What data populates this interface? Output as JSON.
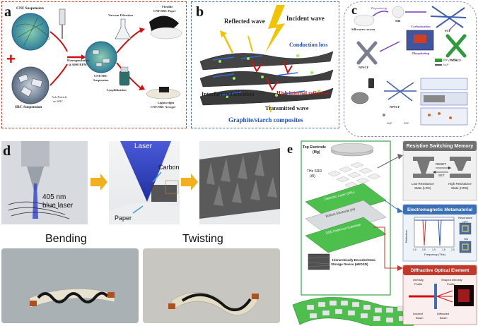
{
  "panels": {
    "a": {
      "label": "a",
      "texts": {
        "cnf_suspension": "CNF Suspension",
        "sbc_suspension": "SBC Suspension",
        "ash_particle": "Ash Particle",
        "on_sbc": "on SBC",
        "homogenization": "Homogenization",
        "rpm": "@ 6000 RPM",
        "cnf_sbc": "CNF/SBC",
        "suspension": "Suspension",
        "vacuum_filtration": "Vaccum Filtration",
        "lyophilization": "Lyophilization",
        "flexible": "Flexible",
        "paper": "CNF/SBC Paper",
        "lightweight": "Lightweight",
        "aerogel": "CNF/SBC Aerogel"
      }
    },
    "b": {
      "label": "b",
      "texts": {
        "reflected": "Reflected wave",
        "incident": "Incident wave",
        "conduction": "Conduction loss",
        "interface": "Interface polarization",
        "internal": "High internal reflection",
        "transmitted": "Transmitted wave",
        "composites": "Graphite/starch composites"
      }
    },
    "c": {
      "label": "c",
      "texts": {
        "degumming": "Degumming",
        "silk": "Silk",
        "silkworm": "Silkworm cocoon",
        "scf": "SCF",
        "carbonization": "Carbonization",
        "phosphating": "Phosphating",
        "npscf": "NPSCF",
        "noscf": "NOSCF",
        "nh4_legend": "(NH₄)H₂PO₄",
        "nip_legend": "Ni₂P",
        "npscf2": "NPSCF",
        "nip2": "Ni₂P",
        "scf2": "SCF"
      }
    },
    "d": {
      "label": "d",
      "texts": {
        "laser_nm": "405 nm",
        "blue_laser": "blue laser",
        "laser": "Laser",
        "carbon": "Carbon",
        "paper": "Paper",
        "bending": "Bending",
        "twisting": "Twisting"
      }
    },
    "e": {
      "label": "e",
      "texts": {
        "top_electrode": "Top Electrode",
        "mg": "(Mg)",
        "thz_srr": "THz SRR",
        "al1": "(Al)",
        "dielectric": "Dielectric Layer (SiNₓ)",
        "bottom": "Bottom Electrode (Al)",
        "doe": "DOE Patterned Substrate",
        "hedsd1": "Hierarchically Encoded Data",
        "hedsd2": "Storage Device (HEDSD)",
        "rsm": "Resistive Switching Memory",
        "reset": "RESET",
        "set": "SET",
        "lrs1": "Low Resistance",
        "lrs2": "State (LRS)",
        "hrs1": "High Resistance",
        "hrs2": "State (HRS)",
        "em": "Electromagnetic Metamaterial",
        "resonance": "Resonance",
        "off": "OFF",
        "on": "ON",
        "ylabel": "Reflection",
        "xlabel": "Frequency (THz)",
        "t00": "0.0",
        "t05": "0.5",
        "t10": "1.0",
        "t15": "1.5",
        "t20": "2.0",
        "doe_title": "Diffractive Optical Element",
        "intensity": "Intensity",
        "profile": "Profile",
        "shaped1": "Shaped Intensity",
        "shaped2": "Profile",
        "incident1": "Incident",
        "incident2": "Beam",
        "diffracted1": "Diffracted",
        "diffracted2": "Beam"
      }
    }
  },
  "colors": {
    "panel_a_border": "#c0392b",
    "panel_b_border": "#3a6ea5",
    "panel_c_border": "#8a8ad0",
    "panel_e_border": "#3aa04a",
    "green_layer": "#4cbf4c",
    "grey_header": "#707070",
    "blue_header": "#3b6fb6",
    "red_header": "#c0392b",
    "conduction_blue": "#1f4fbf",
    "internal_red": "#d01010"
  }
}
